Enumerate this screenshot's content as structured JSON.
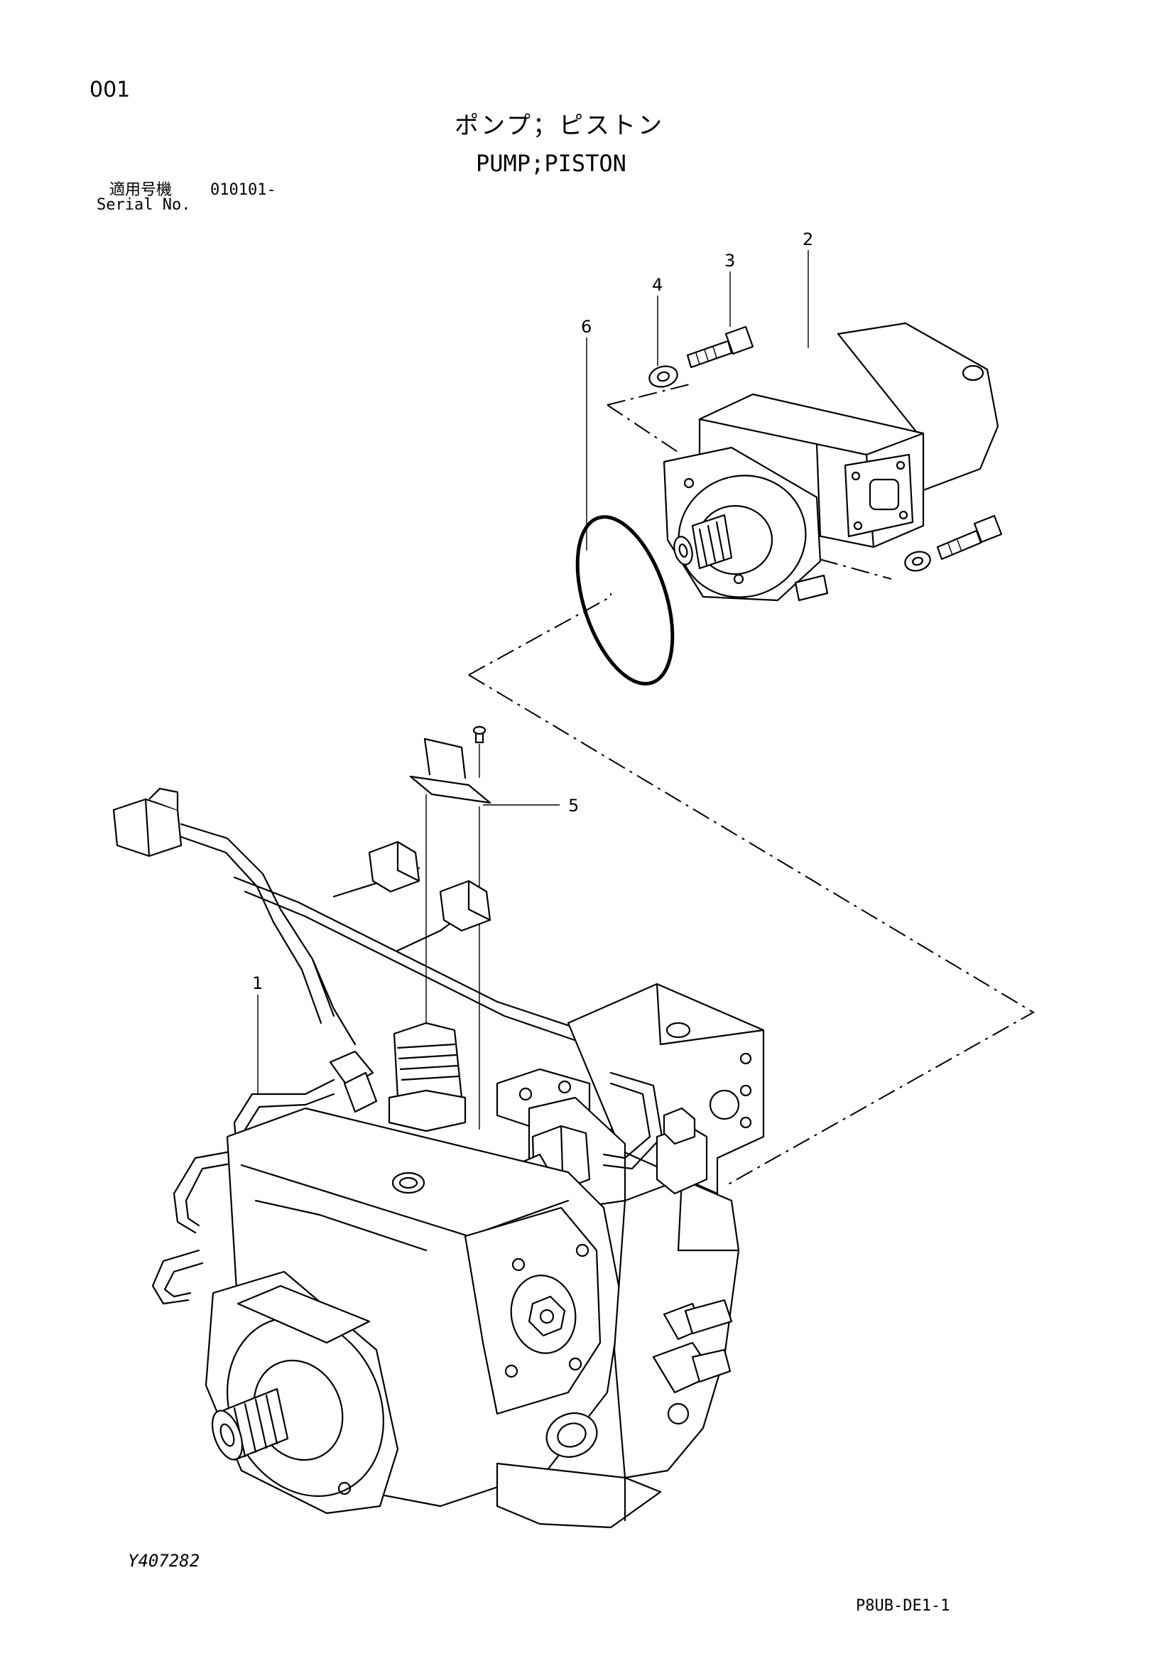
{
  "page_number": "001",
  "title_jp": "ポンプ；ピストン",
  "title_en": "PUMP;PISTON",
  "serial": {
    "label_jp": "適用号機",
    "value": "010101-",
    "label_en": "Serial No."
  },
  "callouts": [
    "1",
    "2",
    "3",
    "4",
    "5",
    "6"
  ],
  "drawing_code": "Y407282",
  "sheet_code": "P8UB-DE1-1"
}
